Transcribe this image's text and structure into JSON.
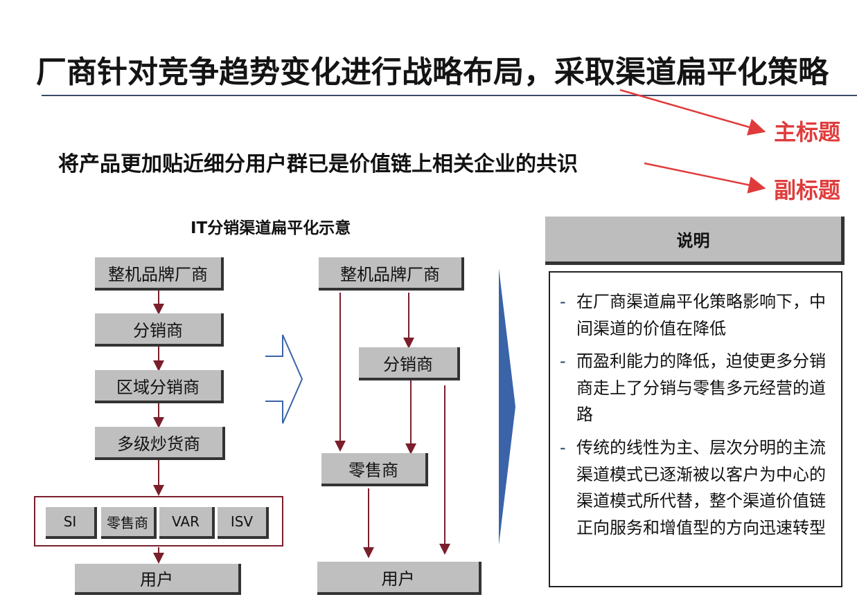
{
  "main_title": "厂商针对竞争趋势变化进行战略布局，采取渠道扁平化策略",
  "subtitle": "将产品更加贴近细分用户群已是价值链上相关企业的共识",
  "annotations": {
    "main": "主标题",
    "sub": "副标题"
  },
  "diagram_title": "IT分销渠道扁平化示意",
  "left_chain": [
    "整机品牌厂商",
    "分销商",
    "区域分销商",
    "多级炒货商"
  ],
  "left_group": [
    "SI",
    "零售商",
    "VAR",
    "ISV"
  ],
  "left_user": "用户",
  "right_chain": {
    "top": "整机品牌厂商",
    "middle": "分销商",
    "retail": "零售商",
    "user": "用户"
  },
  "legend": {
    "header": "说明",
    "bullets": [
      "在厂商渠道扁平化策略影响下，中间渠道的价值在降低",
      "而盈利能力的降低，迫使更多分销商走上了分销与零售多元经营的道路",
      "传统的线性为主、层次分明的主流渠道模式已逐渐被以客户为中心的渠道模式所代替，整个渠道价值链正向服务和增值型的方向迅速转型"
    ],
    "bullet_marker": "-"
  },
  "colors": {
    "annotation": "#e03b3b",
    "arrow": "#7a1f2b",
    "node": "#bfbfbf",
    "chevron": "#3a63a8"
  }
}
